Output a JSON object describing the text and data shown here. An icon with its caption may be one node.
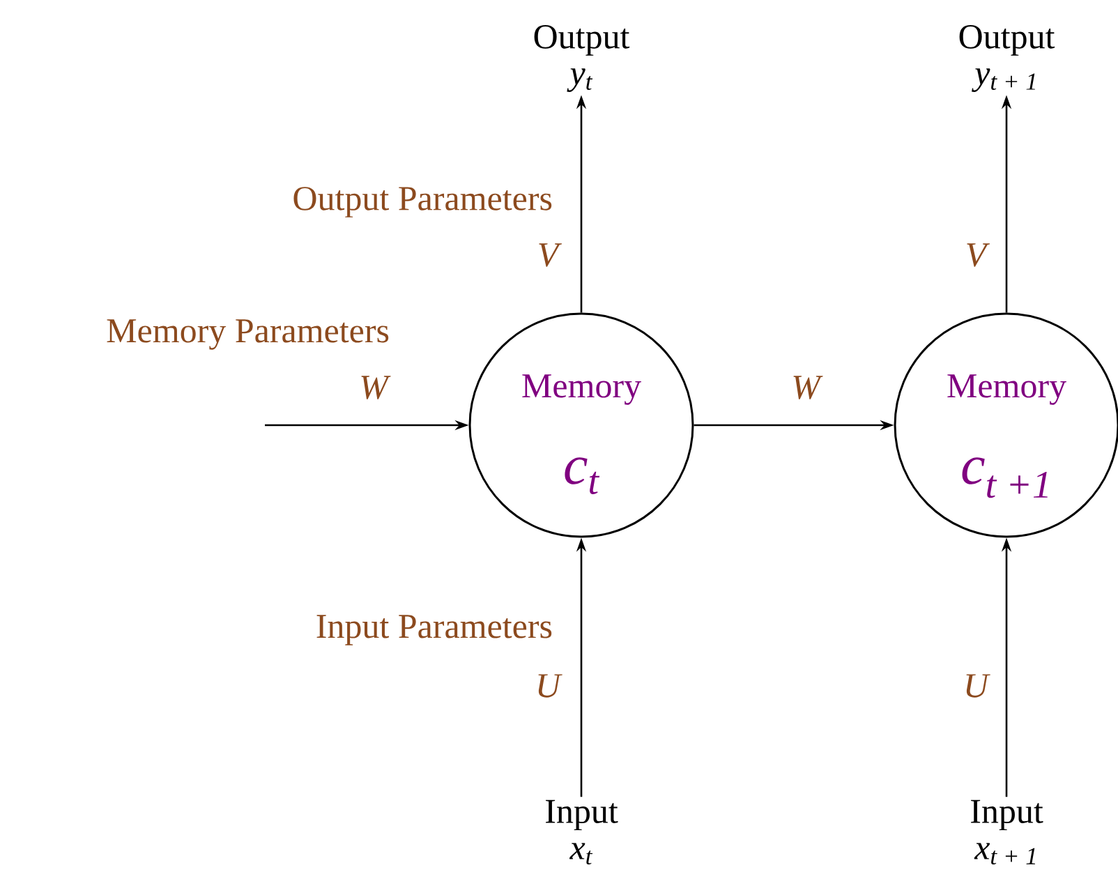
{
  "diagram": {
    "nodes": [
      {
        "text": [
          "Output",
          "y$_{t}$"
        ]
      },
      {
        "text": [
          "Output",
          "y$_{t + 1}$"
        ]
      },
      {
        "text": [
          "Memory",
          "c$_{t}$"
        ]
      },
      {
        "text": [
          "Memory",
          "c$_{t +1}$"
        ]
      },
      {
        "text": [
          "Input",
          "x$_{t}$"
        ]
      },
      {
        "text": [
          "Input",
          "x$_{t + 1}$"
        ]
      }
    ],
    "edges": [
      {
        "from": null,
        "to": 2,
        "arrow": "to",
        "label": "W"
      },
      {
        "from": 2,
        "to": 3,
        "arrow": "to",
        "label": "W"
      },
      {
        "from": 2,
        "to": 0,
        "arrow": "to",
        "label": "V"
      },
      {
        "from": 3,
        "to": 1,
        "arrow": "to",
        "label": "V"
      },
      {
        "from": 4,
        "to": 2,
        "arrow": "to",
        "label": "U"
      },
      {
        "from": 5,
        "to": 3,
        "arrow": "to",
        "label": "U"
      }
    ],
    "labels": [
      "Output Parameters",
      "Memory Parameters",
      "Input Parameters"
    ]
  }
}
